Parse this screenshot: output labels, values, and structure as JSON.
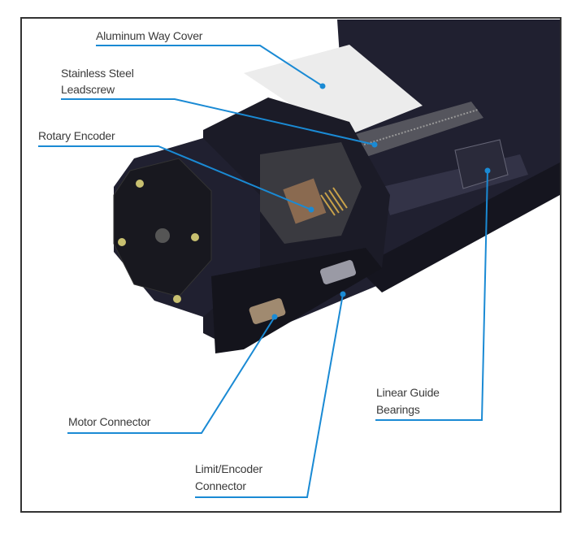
{
  "callouts": {
    "way_cover": "Aluminum Way Cover",
    "leadscrew_line1": "Stainless Steel",
    "leadscrew_line2": "Leadscrew",
    "encoder": "Rotary Encoder",
    "motor_connector": "Motor Connector",
    "limit_line1": "Limit/Encoder",
    "limit_line2": "Connector",
    "bearings_line1": "Linear Guide",
    "bearings_line2": "Bearings"
  },
  "colors": {
    "callout_line": "#1a8ad4",
    "body": "#1d1d2a",
    "cover": "#eeeeee",
    "border": "#333333"
  }
}
